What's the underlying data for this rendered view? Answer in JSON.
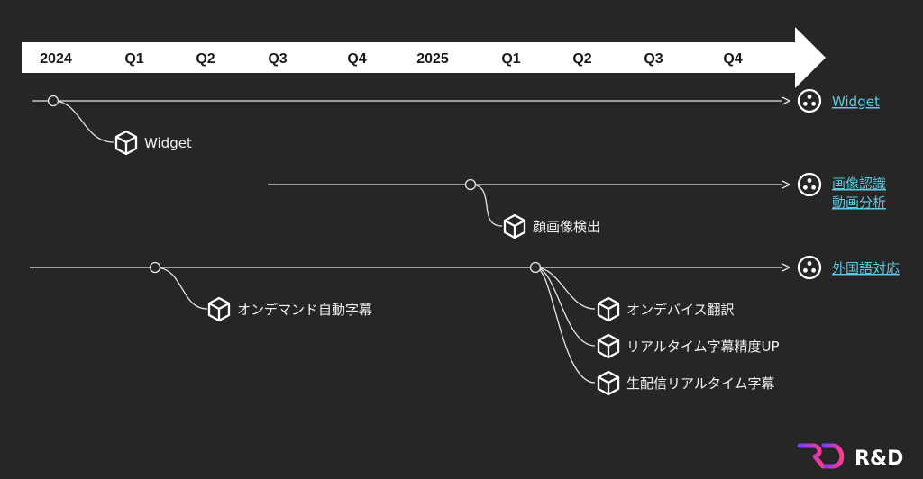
{
  "timeline": {
    "ticks": [
      "2024",
      "Q1",
      "Q2",
      "Q3",
      "Q4",
      "2025",
      "Q1",
      "Q2",
      "Q3",
      "Q4"
    ]
  },
  "lanes": [
    {
      "target": [
        "Widget"
      ],
      "items": [
        "Widget"
      ]
    },
    {
      "target": [
        "画像認識",
        "動画分析"
      ],
      "items": [
        "顔画像検出"
      ]
    },
    {
      "target": [
        "外国語対応"
      ],
      "items": [
        "オンデマンド自動字幕",
        "オンデバイス翻訳",
        "リアルタイム字幕精度UP",
        "生配信リアルタイム字幕"
      ]
    }
  ],
  "brand": {
    "text": "R&D"
  },
  "colors": {
    "background": "#262626",
    "line": "#e6e6e6",
    "link": "#5ec8e0",
    "logo_gradient": [
      "#7a3cff",
      "#ff3c8c"
    ]
  }
}
